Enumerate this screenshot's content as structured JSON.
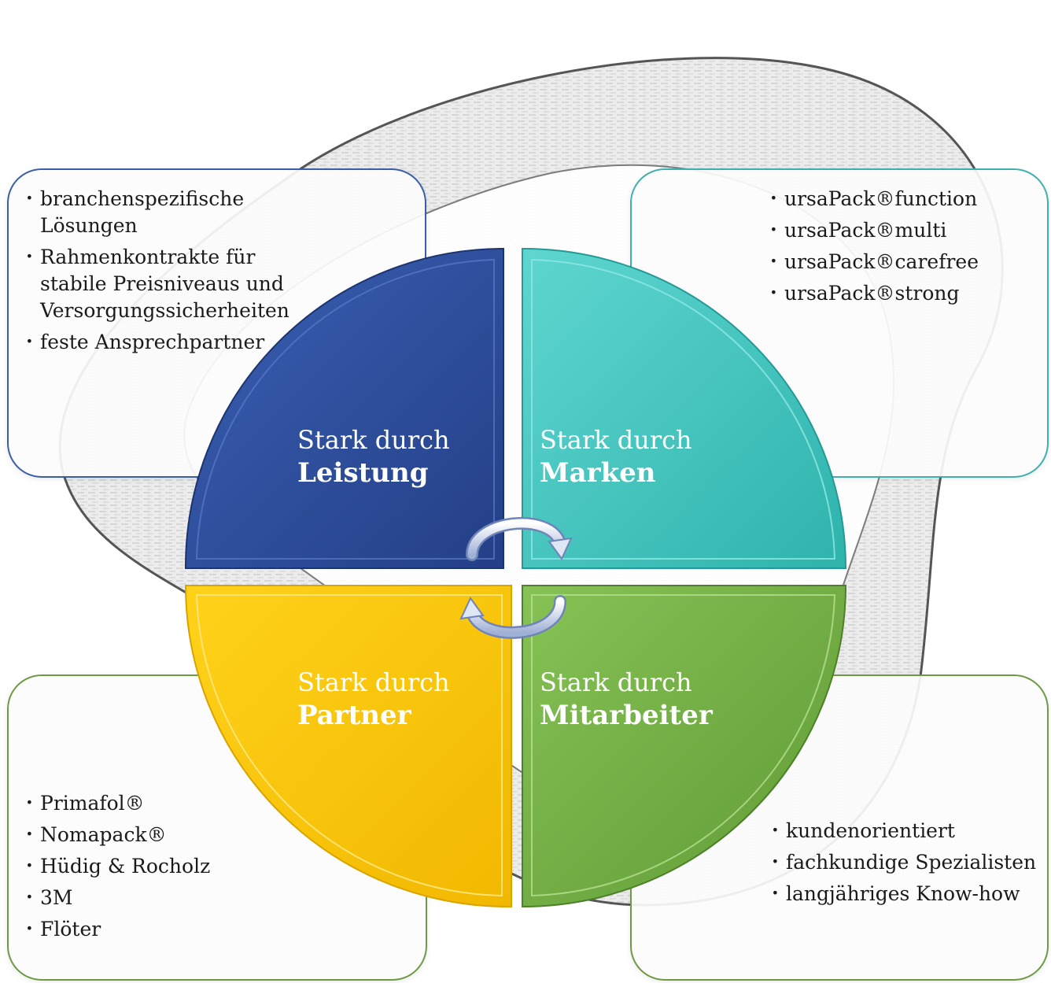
{
  "quadrants": [
    {
      "line1": "Stark durch",
      "line2": "Leistung",
      "color": "#2e4f9e"
    },
    {
      "line1": "Stark durch",
      "line2": "Marken",
      "color": "#3cc4bf"
    },
    {
      "line1": "Stark durch",
      "line2": "Partner",
      "color": "#fcc400"
    },
    {
      "line1": "Stark durch",
      "line2": "Mitarbeiter",
      "color": "#74b145"
    }
  ],
  "boxes": {
    "top_left": {
      "items": [
        "branchenspezifische Lösungen",
        "Rahmenkontrakte für stabile Preisniveaus und Versorgungssicherheiten",
        "feste Ansprechpartner"
      ]
    },
    "top_right": {
      "items": [
        "ursaPack®function",
        "ursaPack®multi",
        "ursaPack®carefree",
        "ursaPack®strong"
      ]
    },
    "bottom_left": {
      "items": [
        "Primafol®",
        "Nomapack®",
        "Hüdig & Rocholz",
        "3M",
        "Flöter"
      ]
    },
    "bottom_right": {
      "items": [
        "kundenorientiert",
        "fachkundige Spezialisten",
        "langjähriges Know-how"
      ]
    }
  }
}
